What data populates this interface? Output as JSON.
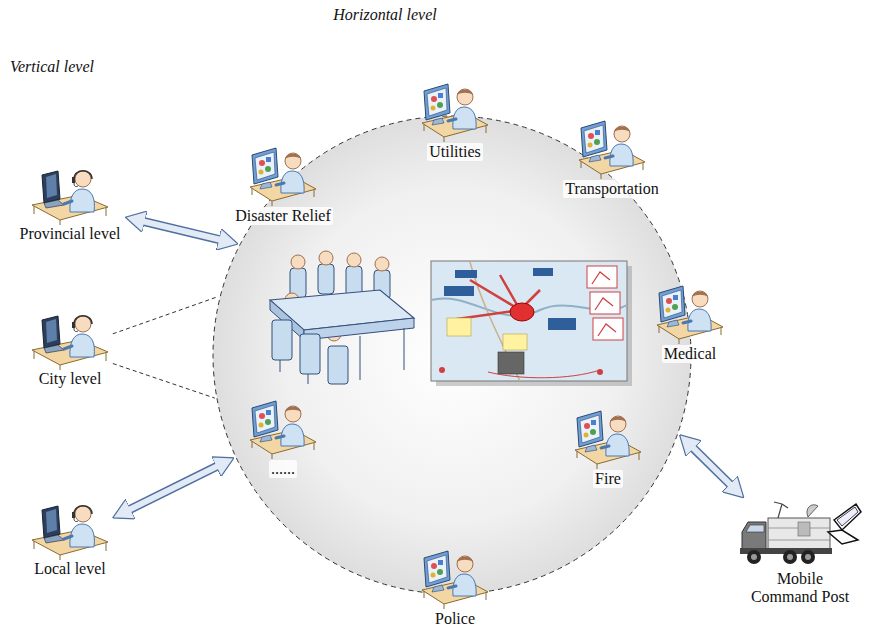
{
  "diagram": {
    "nodes": [
      {
        "text": [
          "Horizontal level"
        ]
      },
      {
        "text": [
          "Provincial level"
        ]
      },
      {
        "text": [
          "Utilities"
        ],
        "in": 0
      },
      {
        "text": [
          "Disaster Relief"
        ],
        "in": 0
      },
      {
        "text": [
          "Transportation"
        ],
        "in": 0
      },
      {
        "text": [
          "City level"
        ]
      },
      {
        "text": [
          "Medical"
        ],
        "in": 0
      },
      {
        "text": [
          "Local level"
        ]
      },
      {
        "text": [
          "......"
        ],
        "in": 0
      },
      {
        "text": [
          "Fire"
        ],
        "in": 0
      },
      {
        "text": [
          "Mobile Command Post"
        ]
      },
      {
        "text": [
          "Police"
        ],
        "in": 0
      }
    ],
    "edges": [
      {
        "from": 1,
        "to": 0,
        "arrow": "both"
      },
      {
        "from": 5,
        "to": 0,
        "arrow": "none"
      },
      {
        "from": 5,
        "to": 0,
        "arrow": "none"
      },
      {
        "from": 7,
        "to": 0,
        "arrow": "both"
      },
      {
        "from": 10,
        "to": 0,
        "arrow": "both"
      }
    ],
    "labels": [
      "Vertical level"
    ]
  }
}
